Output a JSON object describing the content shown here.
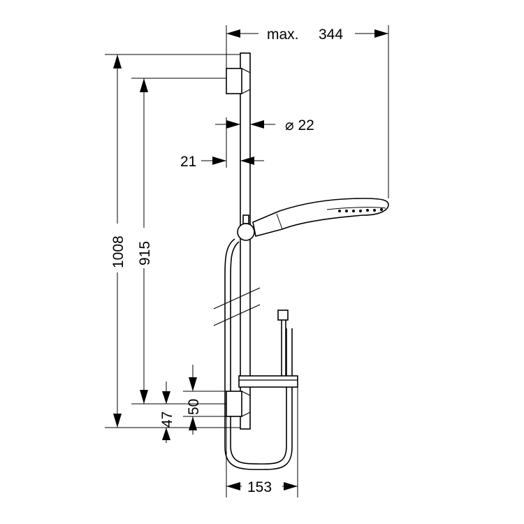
{
  "dimensions": {
    "width_max_prefix": "max.",
    "width_max_value": "344",
    "rod_diameter": "⌀ 22",
    "wall_offset": "21",
    "total_height": "1008",
    "bracket_spacing": "915",
    "top_offset": "50",
    "bottom_offset": "47",
    "base_width": "153"
  },
  "components": [
    "wall-bar",
    "top-wall-bracket",
    "bottom-wall-bracket",
    "hand-shower",
    "slider-holder",
    "soap-dish",
    "shower-hose",
    "hose-connector"
  ]
}
